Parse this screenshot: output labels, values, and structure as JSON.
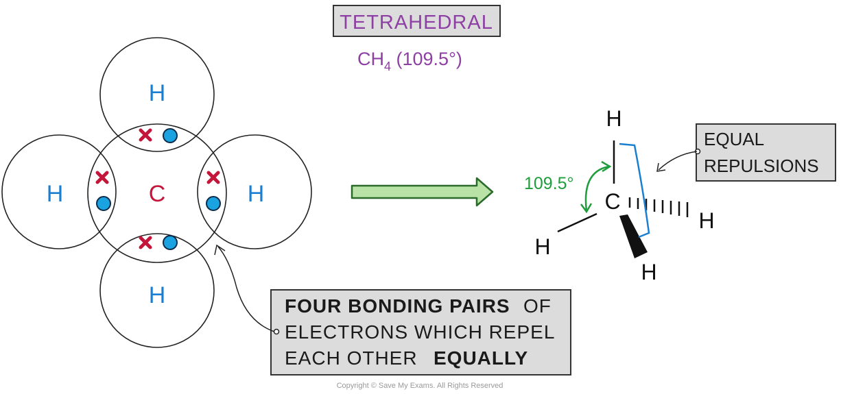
{
  "title": "TETRAHEDRAL",
  "subtitle": {
    "prefix": "CH",
    "subscript": "4",
    "suffix": " (109.5°)"
  },
  "left_diagram": {
    "central_atom": "C",
    "outer_atoms": [
      "H",
      "H",
      "H",
      "H"
    ]
  },
  "right_structure": {
    "central_atom": "C",
    "atoms": [
      "H",
      "H",
      "H",
      "H"
    ],
    "angle_label": "109.5°"
  },
  "callout_equal": {
    "line1": "EQUAL",
    "line2": "REPULSIONS"
  },
  "callout_pairs": {
    "line1_a": "FOUR BONDING PAIRS",
    "line1_b": "OF",
    "line2": "ELECTRONS WHICH REPEL",
    "line3_a": "EACH OTHER",
    "line3_b": "EQUALLY"
  },
  "copyright": "Copyright © Save My Exams. All Rights Reserved",
  "colors": {
    "purple": "#8e3fa3",
    "blue": "#1a7fd1",
    "red": "#c4163a",
    "green": "#1f9d3c",
    "arrow_fill": "#b9e3a6",
    "arrow_stroke": "#2a6a2a",
    "box_fill": "#dcdcdc"
  }
}
